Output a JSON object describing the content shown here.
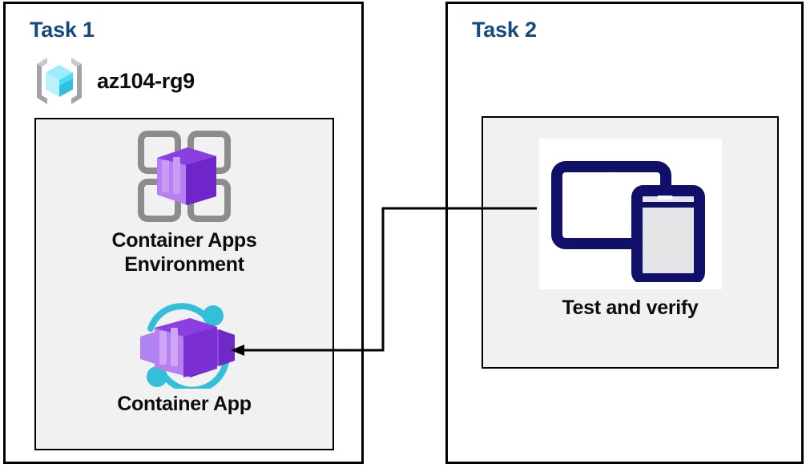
{
  "diagram": {
    "title": "Azure Container Apps task diagram",
    "background": "#ffffff",
    "colors": {
      "task_heading": "#164A7C",
      "panel_border": "#000000",
      "inner_fill": "#f1f1f1",
      "label_text": "#0d0d0d",
      "container_purple": "#7A30D0",
      "container_purple_light": "#A979EF",
      "accent_cyan": "#34BFD9",
      "resource_group_cyan": "#50E6FF",
      "device_navy": "#10106B",
      "connector": "#000000"
    }
  },
  "task1": {
    "title": "Task 1",
    "resource_group": {
      "icon": "resource-group-icon",
      "label": "az104-rg9"
    },
    "resources": [
      {
        "icon": "container-apps-environment-icon",
        "label": "Container Apps\nEnvironment"
      },
      {
        "icon": "container-app-icon",
        "label": "Container App"
      }
    ]
  },
  "task2": {
    "title": "Task 2",
    "resources": [
      {
        "icon": "test-and-verify-devices-icon",
        "label": "Test and verify"
      }
    ]
  },
  "connector": {
    "name": "test-to-container-app-arrow",
    "from": "test-and-verify-devices-icon",
    "to": "container-app-icon",
    "arrowhead": "left",
    "style": "orthogonal"
  }
}
